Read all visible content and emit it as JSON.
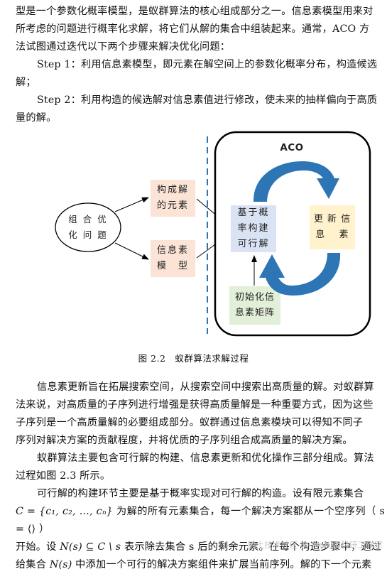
{
  "intro_lines": [
    "型是一个参数化概率模型，是蚁群算法的核心组成部分之一。信息素模型用来对",
    "所考虑的问题进行概率化求解，将它们从解的集合中组装起来。通常，ACO 方",
    "法试图通过迭代以下两个步骤来解决优化问题："
  ],
  "step1_lines": [
    "Step 1：利用信息素模型，即元素在解空间上的参数化概率分布，构造候选",
    "解；"
  ],
  "step2_lines": [
    "Step 2：利用构造的候选解对信息素值进行修改，使未来的抽样偏向于高质",
    "量的解。"
  ],
  "diagram": {
    "problem_label": [
      "组 合 优",
      "化 问 题"
    ],
    "element_box": [
      "构成解",
      "的元素"
    ],
    "pheromone_model_box": [
      "信息素",
      "模　型"
    ],
    "aco_label": "ACO",
    "construct_box": [
      "基于概",
      "率构建",
      "可行解"
    ],
    "update_box": [
      "更 新 信",
      "息　 素"
    ],
    "init_box": [
      "初始化信",
      "息素矩阵"
    ],
    "colors": {
      "element_fill": "#fbe3d6",
      "construct_fill": "#dae3f3",
      "update_fill": "#fff2cc",
      "init_fill": "#e2efd9",
      "cycle_arrow": "#2e75b6",
      "dashed_line": "#2e75b6"
    }
  },
  "caption": "图 2.2　蚁群算法求解过程",
  "para2_lines": [
    "信息素更新旨在拓展搜索空间，从搜索空间中搜索出高质量的解。对蚁群算",
    "法来说，对高质量的子序列进行增强是获得高质量解是一种重要方式，因为这些",
    "子序列是一个高质量解的必要组成部分。蚁群通过信息素模块可以得知不同子",
    "序列对解决方案的贡献程度，并将优质的子序列组合成高质量的解决方案。"
  ],
  "para3_lines": [
    "蚁群算法主要包含可行解的构建、信息素更新和优化操作三部分组成。算法",
    "过程如图 2.3 所示。"
  ],
  "para4_line1": "可行解的构建环节主要是基于概率实现对可行解的构造。设有限元素集合",
  "para4_line2_math": "C = {c₁, c₂, …, cₙ}",
  "para4_line2_text": " 为解的所有元素集合，每一个解决方案都从一个空序列（ s = ⟨⟩ ）",
  "para4_line3_a": "开始。设 ",
  "para4_line3_math": "N(s) ⊆ C \\ s",
  "para4_line3_b": " 表示除去集合 s 后的剩余元素。在每个构造步骤中，通过",
  "para4_line4_a": "给集合 ",
  "para4_line4_math": "N(s)",
  "para4_line4_b": " 中添加一个可行的解决方案组件来扩展当前序列。解的下一个元素",
  "watermark": "稀土技术社区 @ Matlab科研工作室"
}
